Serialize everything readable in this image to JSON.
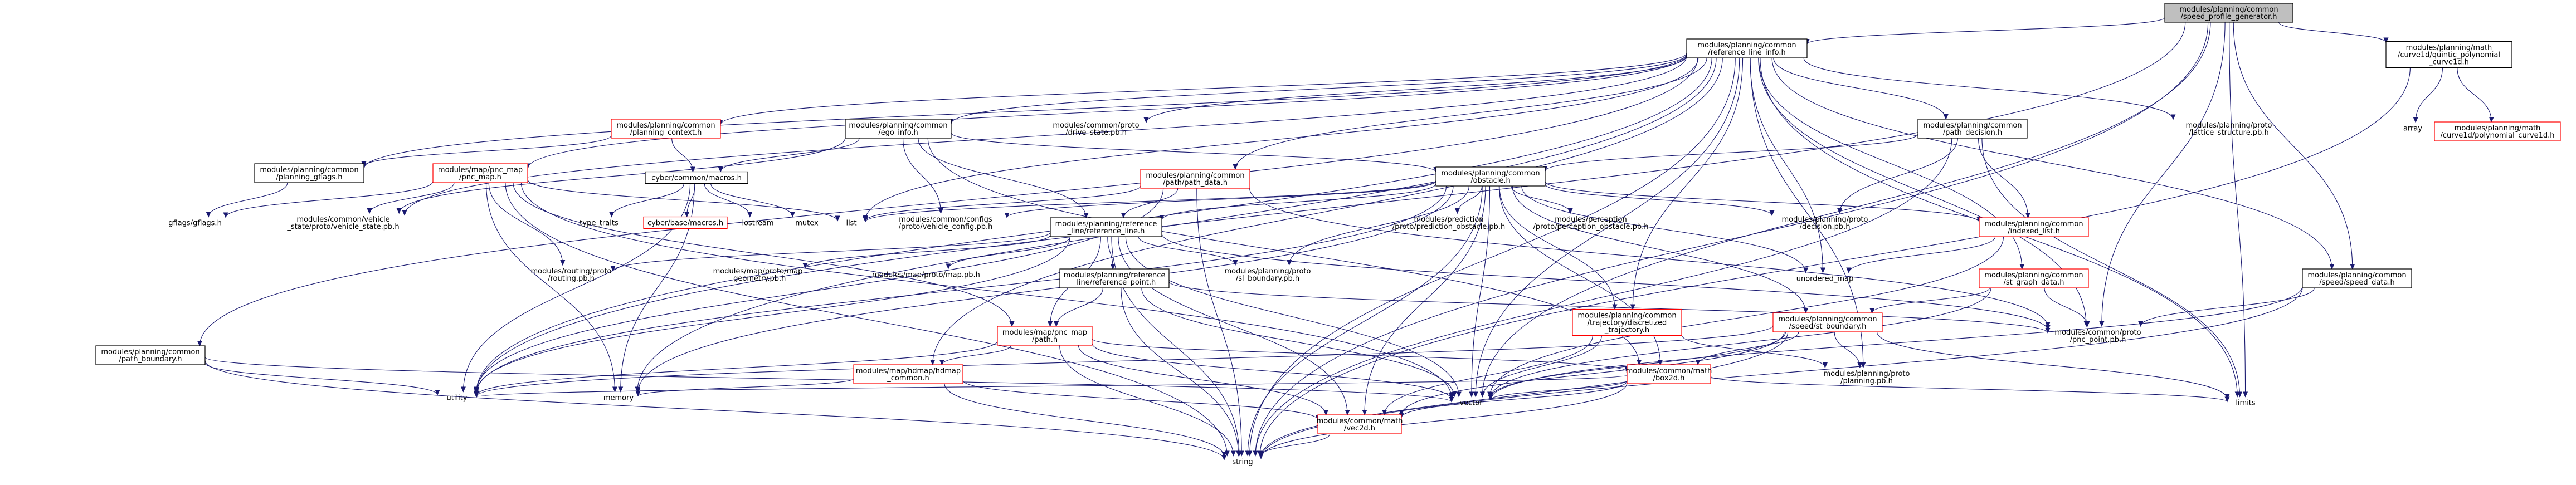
{
  "graph": {
    "nodes": [
      {
        "id": "root",
        "lines": [
          "modules/planning/common",
          "/speed_profile_generator.h"
        ],
        "style": "root"
      },
      {
        "id": "rli",
        "lines": [
          "modules/planning/common",
          "/reference_line_info.h"
        ],
        "style": "normal"
      },
      {
        "id": "qpc",
        "lines": [
          "modules/planning/math",
          "/curve1d/quintic_polynomial",
          "_curve1d.h"
        ],
        "style": "normal"
      },
      {
        "id": "array",
        "lines": [
          "array"
        ],
        "style": "plain"
      },
      {
        "id": "pc1d",
        "lines": [
          "modules/planning/math",
          "/curve1d/polynomial_curve1d.h"
        ],
        "style": "red"
      },
      {
        "id": "pctx",
        "lines": [
          "modules/planning/common",
          "/planning_context.h"
        ],
        "style": "red"
      },
      {
        "id": "ego",
        "lines": [
          "modules/planning/common",
          "/ego_info.h"
        ],
        "style": "normal"
      },
      {
        "id": "drive",
        "lines": [
          "modules/common/proto",
          "/drive_state.pb.h"
        ],
        "style": "plain"
      },
      {
        "id": "pathdec",
        "lines": [
          "modules/planning/common",
          "/path_decision.h"
        ],
        "style": "normal"
      },
      {
        "id": "lattice",
        "lines": [
          "modules/planning/proto",
          "/lattice_structure.pb.h"
        ],
        "style": "plain"
      },
      {
        "id": "gflagsh",
        "lines": [
          "modules/planning/common",
          "/planning_gflags.h"
        ],
        "style": "normal"
      },
      {
        "id": "pncmap",
        "lines": [
          "modules/map/pnc_map",
          "/pnc_map.h"
        ],
        "style": "red"
      },
      {
        "id": "macros",
        "lines": [
          "cyber/common/macros.h"
        ],
        "style": "normal"
      },
      {
        "id": "pathdata",
        "lines": [
          "modules/planning/common",
          "/path/path_data.h"
        ],
        "style": "red"
      },
      {
        "id": "obstacle",
        "lines": [
          "modules/planning/common",
          "/obstacle.h"
        ],
        "style": "normal"
      },
      {
        "id": "gflags",
        "lines": [
          "gflags/gflags.h"
        ],
        "style": "plain"
      },
      {
        "id": "vstate",
        "lines": [
          "modules/common/vehicle",
          "_state/proto/vehicle_state.pb.h"
        ],
        "style": "plain"
      },
      {
        "id": "typetraits",
        "lines": [
          "type_traits"
        ],
        "style": "plain"
      },
      {
        "id": "cybermacros",
        "lines": [
          "cyber/base/macros.h"
        ],
        "style": "red"
      },
      {
        "id": "iostream",
        "lines": [
          "iostream"
        ],
        "style": "plain"
      },
      {
        "id": "mutex",
        "lines": [
          "mutex"
        ],
        "style": "plain"
      },
      {
        "id": "list",
        "lines": [
          "list"
        ],
        "style": "plain"
      },
      {
        "id": "vconfig",
        "lines": [
          "modules/common/configs",
          "/proto/vehicle_config.pb.h"
        ],
        "style": "plain"
      },
      {
        "id": "refline",
        "lines": [
          "modules/planning/reference",
          "_line/reference_line.h"
        ],
        "style": "normal"
      },
      {
        "id": "predobs",
        "lines": [
          "modules/prediction",
          "/proto/prediction_obstacle.pb.h"
        ],
        "style": "plain"
      },
      {
        "id": "percobs",
        "lines": [
          "modules/perception",
          "/proto/perception_obstacle.pb.h"
        ],
        "style": "plain"
      },
      {
        "id": "decision",
        "lines": [
          "modules/planning/proto",
          "/decision.pb.h"
        ],
        "style": "plain"
      },
      {
        "id": "indexed",
        "lines": [
          "modules/planning/common",
          "/indexed_list.h"
        ],
        "style": "red"
      },
      {
        "id": "routing",
        "lines": [
          "modules/routing/proto",
          "/routing.pb.h"
        ],
        "style": "plain"
      },
      {
        "id": "mapgeom",
        "lines": [
          "modules/map/proto/map",
          "_geometry.pb.h"
        ],
        "style": "plain"
      },
      {
        "id": "mappb",
        "lines": [
          "modules/map/proto/map.pb.h"
        ],
        "style": "plain"
      },
      {
        "id": "refpoint",
        "lines": [
          "modules/planning/reference",
          "_line/reference_point.h"
        ],
        "style": "normal"
      },
      {
        "id": "slb",
        "lines": [
          "modules/planning/proto",
          "/sl_boundary.pb.h"
        ],
        "style": "plain"
      },
      {
        "id": "umap",
        "lines": [
          "unordered_map"
        ],
        "style": "plain"
      },
      {
        "id": "stgraph",
        "lines": [
          "modules/planning/common",
          "/st_graph_data.h"
        ],
        "style": "red"
      },
      {
        "id": "speeddata",
        "lines": [
          "modules/planning/common",
          "/speed/speed_data.h"
        ],
        "style": "normal"
      },
      {
        "id": "traj",
        "lines": [
          "modules/planning/common",
          "/trajectory/discretized",
          "_trajectory.h"
        ],
        "style": "red"
      },
      {
        "id": "stb",
        "lines": [
          "modules/planning/common",
          "/speed/st_boundary.h"
        ],
        "style": "red"
      },
      {
        "id": "pncpt",
        "lines": [
          "modules/common/proto",
          "/pnc_point.pb.h"
        ],
        "style": "plain"
      },
      {
        "id": "pncpath",
        "lines": [
          "modules/map/pnc_map",
          "/path.h"
        ],
        "style": "red"
      },
      {
        "id": "pathb",
        "lines": [
          "modules/planning/common",
          "/path_boundary.h"
        ],
        "style": "normal"
      },
      {
        "id": "hdmap",
        "lines": [
          "modules/map/hdmap/hdmap",
          "_common.h"
        ],
        "style": "red"
      },
      {
        "id": "box2d",
        "lines": [
          "modules/common/math",
          "/box2d.h"
        ],
        "style": "red"
      },
      {
        "id": "planpb",
        "lines": [
          "modules/planning/proto",
          "/planning.pb.h"
        ],
        "style": "plain"
      },
      {
        "id": "utility",
        "lines": [
          "utility"
        ],
        "style": "plain"
      },
      {
        "id": "memory",
        "lines": [
          "memory"
        ],
        "style": "plain"
      },
      {
        "id": "vector",
        "lines": [
          "vector"
        ],
        "style": "plain"
      },
      {
        "id": "limits",
        "lines": [
          "limits"
        ],
        "style": "plain"
      },
      {
        "id": "vec2d",
        "lines": [
          "modules/common/math",
          "/vec2d.h"
        ],
        "style": "red"
      },
      {
        "id": "string",
        "lines": [
          "string"
        ],
        "style": "plain"
      }
    ]
  }
}
